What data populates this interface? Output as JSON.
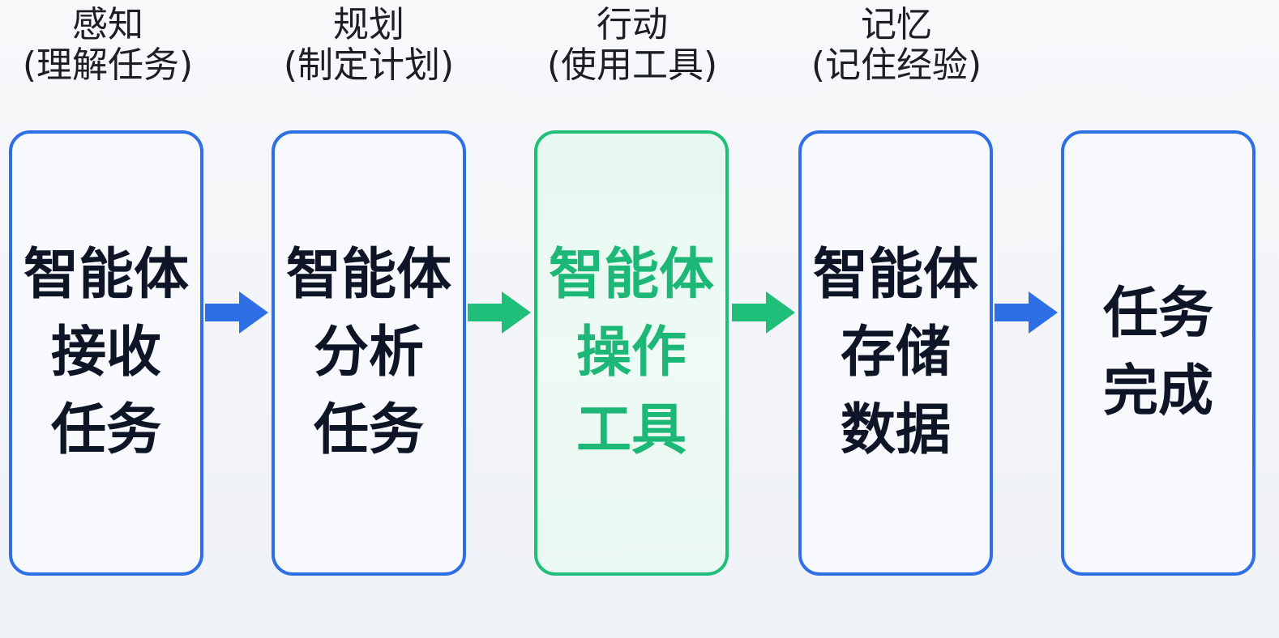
{
  "stages": [
    {
      "title": "感知",
      "subtitle": "(理解任务)"
    },
    {
      "title": "规划",
      "subtitle": "(制定计划)"
    },
    {
      "title": "行动",
      "subtitle": "(使用工具)"
    },
    {
      "title": "记忆",
      "subtitle": "(记住经验)"
    }
  ],
  "boxes": [
    {
      "lines": [
        "智能体",
        "接收",
        "任务"
      ],
      "accent": "blue"
    },
    {
      "lines": [
        "智能体",
        "分析",
        "任务"
      ],
      "accent": "blue"
    },
    {
      "lines": [
        "智能体",
        "操作",
        "工具"
      ],
      "accent": "green"
    },
    {
      "lines": [
        "智能体",
        "存储",
        "数据"
      ],
      "accent": "blue"
    },
    {
      "lines": [
        "任务",
        "完成"
      ],
      "accent": "blue"
    }
  ],
  "arrows": [
    {
      "color": "#2f6fe6"
    },
    {
      "color": "#1fbf7a"
    },
    {
      "color": "#1fbf7a"
    },
    {
      "color": "#2f6fe6"
    }
  ],
  "colors": {
    "blue": "#2f6fe6",
    "green": "#1fbf7a",
    "text": "#0d1526",
    "green_text": "#1db877"
  }
}
